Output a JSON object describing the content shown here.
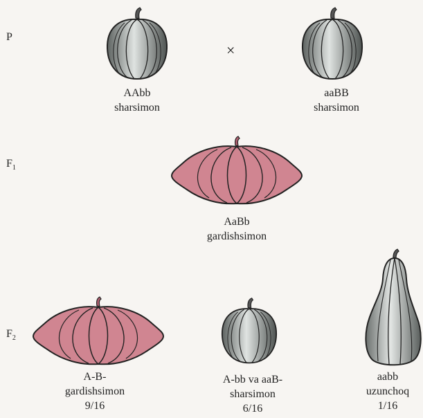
{
  "generations": {
    "p": "P",
    "f1": "F",
    "f1_sub": "1",
    "f2": "F",
    "f2_sub": "2"
  },
  "cross_symbol": "×",
  "parents": [
    {
      "genotype": "AAbb",
      "phenotype": "sharsimon"
    },
    {
      "genotype": "aaBB",
      "phenotype": "sharsimon"
    }
  ],
  "f1": {
    "genotype": "AaBb",
    "phenotype": "gardishsimon"
  },
  "f2": [
    {
      "genotype": "A-B-",
      "phenotype": "gardishsimon",
      "ratio": "9/16"
    },
    {
      "genotype": "A-bb va aaB-",
      "phenotype": "sharsimon",
      "ratio": "6/16"
    },
    {
      "genotype": "aabb",
      "phenotype": "uzunchoq",
      "ratio": "1/16"
    }
  ],
  "colors": {
    "round": "#8a8f8c",
    "round_light": "#d8dcda",
    "disc": "#c97a86",
    "disc_light": "#e4a9b2",
    "outline": "#2a2a2a"
  }
}
